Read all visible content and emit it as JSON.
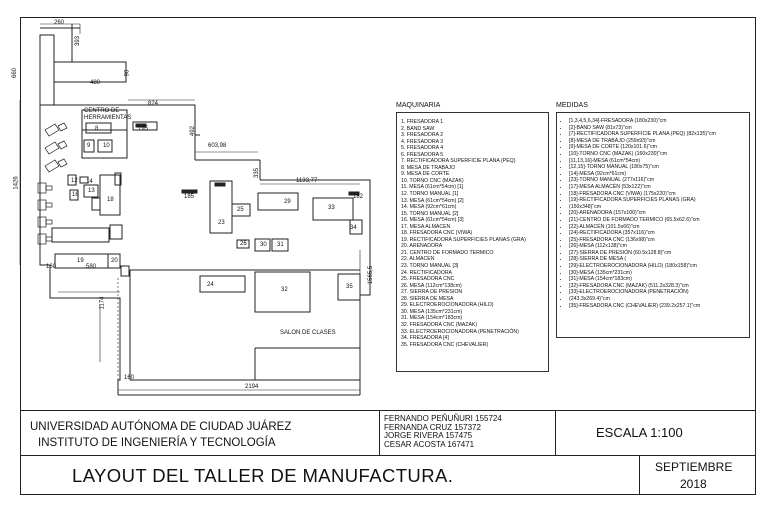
{
  "plan": {
    "dims": {
      "d260": "260",
      "d393": "393",
      "d660": "660",
      "d480": "480",
      "d90": "90",
      "d824": "824",
      "d492": "492",
      "d603": "603,98",
      "d335": "335",
      "d1133": "1133,77",
      "d1426": "1426",
      "d160a": "160",
      "d580": "580",
      "d1174": "1174",
      "d1565": "1565,5",
      "d2194": "2194",
      "d160b": "160"
    },
    "herramientas_label": "CENTRO DE HERRAMIENTAS",
    "salon_label": "SALON DE CLASES",
    "machines": {
      "m8": "8",
      "m9": "9",
      "m10": "10",
      "m12": "12",
      "m13": "13",
      "m14": "14",
      "m16": "16",
      "m18": "18",
      "m19": "19",
      "m20": "20",
      "m23": "23",
      "m24": "24",
      "m25": "25",
      "m26": "26",
      "m29": "29",
      "m30": "30",
      "m31": "31",
      "m32": "32",
      "m33": "33",
      "m34": "34",
      "m35": "35",
      "m195": "195",
      "m185": "185",
      "m182": "182"
    }
  },
  "maquinaria": {
    "heading": "MAQUINARIA",
    "items": [
      "1.  FRESADORA 1",
      "2.  BAND SAW",
      "3.  FRESADORA 2",
      "4.  FRESADORA 3",
      "5.  FRESADORA 4",
      "6.  FRESADORA 5",
      "7.  RECTIFICADORA SUPERFICIE PLANA (PEQ)",
      "8.  MESA DE TRABAJO",
      "9.  MESA DE CORTE",
      "10.  TORNO CNC (MAZAK)",
      "11.  MESA (61cm*54cm) [1]",
      "12.  TORNO MANUAL [1]",
      "13.  MESA (61cm*54cm) [2]",
      "14.  MESA (92cm*61cm)",
      "15.  TORNO MANUAL [2]",
      "16.  MESA (61cm*54cm) [3]",
      "17.  MESA ALMACEN",
      "18.  FRESADORA CNC (VIWA)",
      "19.  RECTIFICADORA SUPERFICIES PLANAS (GRA)",
      "20.  ARENADORA",
      "21.  CENTRO DE FORMADO TERMICO",
      "22.  ALMACEN",
      "23.  TORNO MANUAL [3]",
      "24.  RECTIFICADORA",
      "25.  FRESADORA CNC",
      "26.  MESA (112cm*138cm)",
      "27.  SIERRA DE PRESION",
      "28.  SIERRA DE MESA",
      "29.  ELECTROEROCIONADORA (HILO)",
      "30.  MESA (135cm*231cm)",
      "31.  MESA (154cm*183cm)",
      "32.  FRESADORA CNC (MAZAK)",
      "33.  ELECTROEROCIONADORA (PENETRACIÓN)",
      "34.  FRESADORA [4]",
      "35.  FRESADORA CNC (CHEVALIER)"
    ]
  },
  "medidas": {
    "heading": "MEDIDAS",
    "items": [
      "[1,3,4,5,6,34]-FRESADORA (180x230)\"cm",
      "[2]-BAND SAW (81x73)\"cm",
      "[7]-RECTIFICADORA SUPERFICIE PLANA (PEQ) (82x135)\"cm",
      "[8]-MESA DE TRABAJO (259x93)\"cm",
      "[9]-MESA DE CORTE (120x101.6)\"cm",
      "[10]-TORNO CNC (MAZAK) (160x230)\"cm",
      "[11,13,16]-MESA (61cm*54cm)",
      "[12,15]-TORNO MANUAL (180x75)\"cm",
      "[14]-MESA (92cm*61cm)",
      "[23]-TORNO MANUAL (277x116)\"cm",
      "[17]-MESA ALMACÉN (53x122)\"cm",
      "[18]-FRESADORA CNC (VIWA) (175x220)\"cm",
      "[19]-RECTIFICADORA SUPERFICIES PLANAS (GRA)",
      "(150x348)\"cm",
      "[20]-ARENADORA (157x100)\"cm",
      "[21]-CENTRO DE FORMADO TERMICO (65.5x62.6)\"cm",
      "[22]-ALMACÉN (101.5x66)\"cm",
      "[24]-RECTIFICADORA (357x116)\"cm",
      "[25]-FRESADORA CNC (136x98)\"cm",
      "[26]-MESA (112x138)\"cm",
      "[27]-SIERRA DE PRESIÓN (60.5x128.8)\"cm",
      "[28]-SIERRA DE MESA (",
      "[29]-ELECTROEROCIONADORA (HILO) (180x158)\"cm",
      "[30]-MESA (135cm*231cm)",
      "[31]-MESA (154cm*183cm)",
      "[32]-FRESADORA CNC (MAZAK) (511.2x328.3)\"cm",
      "[33]-ELECTROEROCIONADORA (PENETRACIÓN)",
      "(243.3x269.4)\"cm",
      "[35]-FRESADORA CNC (CHEVALIER) (239.2x257.1)\"cm"
    ]
  },
  "title_block": {
    "university": "UNIVERSIDAD AUTÓNOMA DE CIUDAD JUÁREZ",
    "institute": "INSTITUTO DE INGENIERÍA Y TECNOLOGÍA",
    "authors": [
      "FERNANDO PEÑUÑURI 155724",
      "FERNANDA CRUZ  157372",
      "JORGE RIVERA 157475",
      "CESAR ACOSTA 167471"
    ],
    "scale": "ESCALA 1:100",
    "title": "LAYOUT DEL TALLER DE MANUFACTURA.",
    "month": "SEPTIEMBRE",
    "year": "2018"
  }
}
